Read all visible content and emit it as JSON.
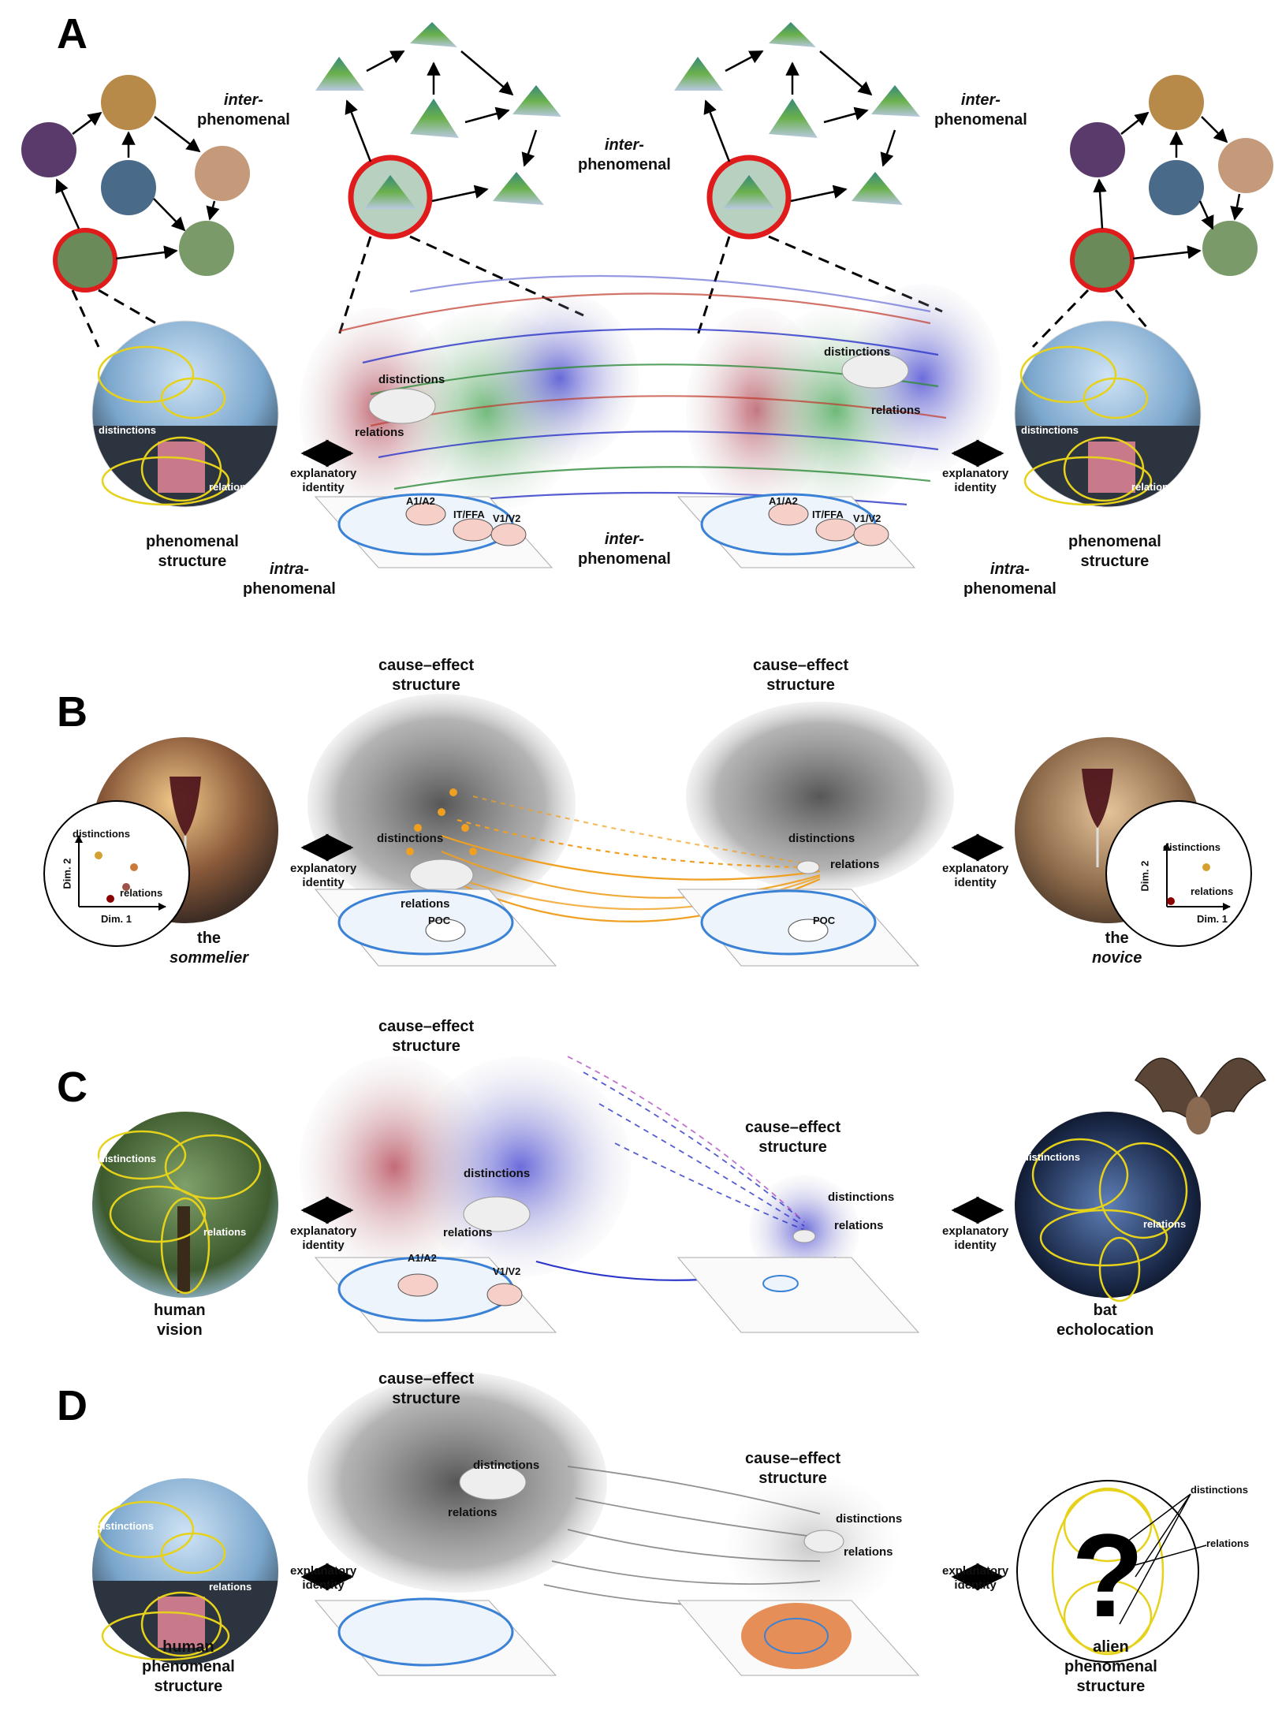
{
  "panels": {
    "A": {
      "letter": "A",
      "inter_phenomenal": "inter-",
      "phenomenal": "phenomenal",
      "intra_prefix": "intra-",
      "phenomenal_structure_1": "phenomenal",
      "phenomenal_structure_2": "structure",
      "distinctions": "distinctions",
      "relations": "relations",
      "explanatory_1": "explanatory",
      "explanatory_2": "identity",
      "brain_labels": [
        "A1/A2",
        "IT/FFA",
        "V1/V2"
      ]
    },
    "B": {
      "letter": "B",
      "ces_1": "cause–effect",
      "ces_2": "structure",
      "distinctions": "distinctions",
      "relations": "relations",
      "explanatory_1": "explanatory",
      "explanatory_2": "identity",
      "poc": "POC",
      "dim1": "Dim. 1",
      "dim2": "Dim. 2",
      "left_caption_1": "the",
      "left_caption_2": "sommelier",
      "right_caption_1": "the",
      "right_caption_2": "novice"
    },
    "C": {
      "letter": "C",
      "ces_1": "cause–effect",
      "ces_2": "structure",
      "distinctions": "distinctions",
      "relations": "relations",
      "explanatory_1": "explanatory",
      "explanatory_2": "identity",
      "brain_labels": [
        "A1/A2",
        "V1/V2"
      ],
      "left_caption_1": "human",
      "left_caption_2": "vision",
      "right_caption_1": "bat",
      "right_caption_2": "echolocation"
    },
    "D": {
      "letter": "D",
      "ces_1": "cause–effect",
      "ces_2": "structure",
      "distinctions": "distinctions",
      "relations": "relations",
      "explanatory_1": "explanatory",
      "explanatory_2": "identity",
      "left_caption_1": "human",
      "left_caption_2": "phenomenal",
      "left_caption_3": "structure",
      "right_caption_1": "alien",
      "right_caption_2": "phenomenal",
      "right_caption_3": "structure"
    }
  },
  "colors": {
    "red": "#c0392b",
    "blue": "#2b35c8",
    "green": "#2e8b3a",
    "orange": "#f0a020",
    "gray": "#6b6b6b",
    "yellow": "#e6d21a",
    "highlight_ring": "#e01b1b",
    "brain_blue": "#3b82d6"
  }
}
